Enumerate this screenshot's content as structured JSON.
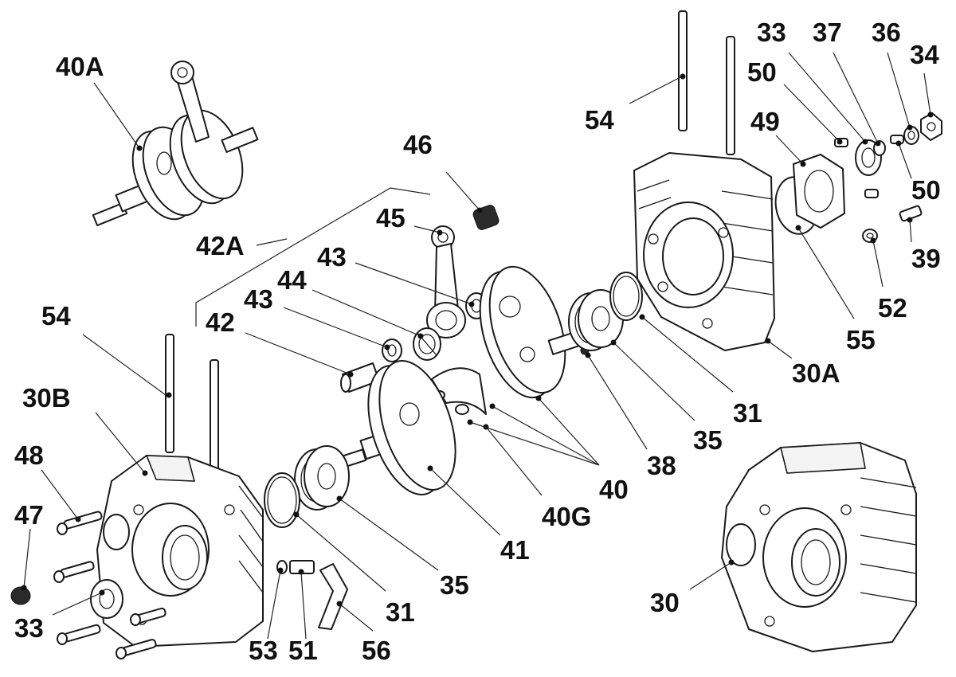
{
  "callouts": [
    {
      "id": "40A",
      "text": "40A"
    },
    {
      "id": "42A",
      "text": "42A"
    },
    {
      "id": "46",
      "text": "46"
    },
    {
      "id": "45",
      "text": "45"
    },
    {
      "id": "43a",
      "text": "43"
    },
    {
      "id": "44",
      "text": "44"
    },
    {
      "id": "43b",
      "text": "43"
    },
    {
      "id": "42",
      "text": "42"
    },
    {
      "id": "54a",
      "text": "54"
    },
    {
      "id": "30B",
      "text": "30B"
    },
    {
      "id": "48",
      "text": "48"
    },
    {
      "id": "47",
      "text": "47"
    },
    {
      "id": "33a",
      "text": "33"
    },
    {
      "id": "53",
      "text": "53"
    },
    {
      "id": "51",
      "text": "51"
    },
    {
      "id": "56",
      "text": "56"
    },
    {
      "id": "31a",
      "text": "31"
    },
    {
      "id": "35a",
      "text": "35"
    },
    {
      "id": "41",
      "text": "41"
    },
    {
      "id": "40G",
      "text": "40G"
    },
    {
      "id": "40",
      "text": "40"
    },
    {
      "id": "38",
      "text": "38"
    },
    {
      "id": "35b",
      "text": "35"
    },
    {
      "id": "31b",
      "text": "31"
    },
    {
      "id": "30A",
      "text": "30A"
    },
    {
      "id": "55",
      "text": "55"
    },
    {
      "id": "52",
      "text": "52"
    },
    {
      "id": "39",
      "text": "39"
    },
    {
      "id": "50a",
      "text": "50"
    },
    {
      "id": "50b",
      "text": "50"
    },
    {
      "id": "49",
      "text": "49"
    },
    {
      "id": "33b",
      "text": "33"
    },
    {
      "id": "37",
      "text": "37"
    },
    {
      "id": "36",
      "text": "36"
    },
    {
      "id": "34",
      "text": "34"
    },
    {
      "id": "54b",
      "text": "54"
    },
    {
      "id": "30",
      "text": "30"
    }
  ]
}
